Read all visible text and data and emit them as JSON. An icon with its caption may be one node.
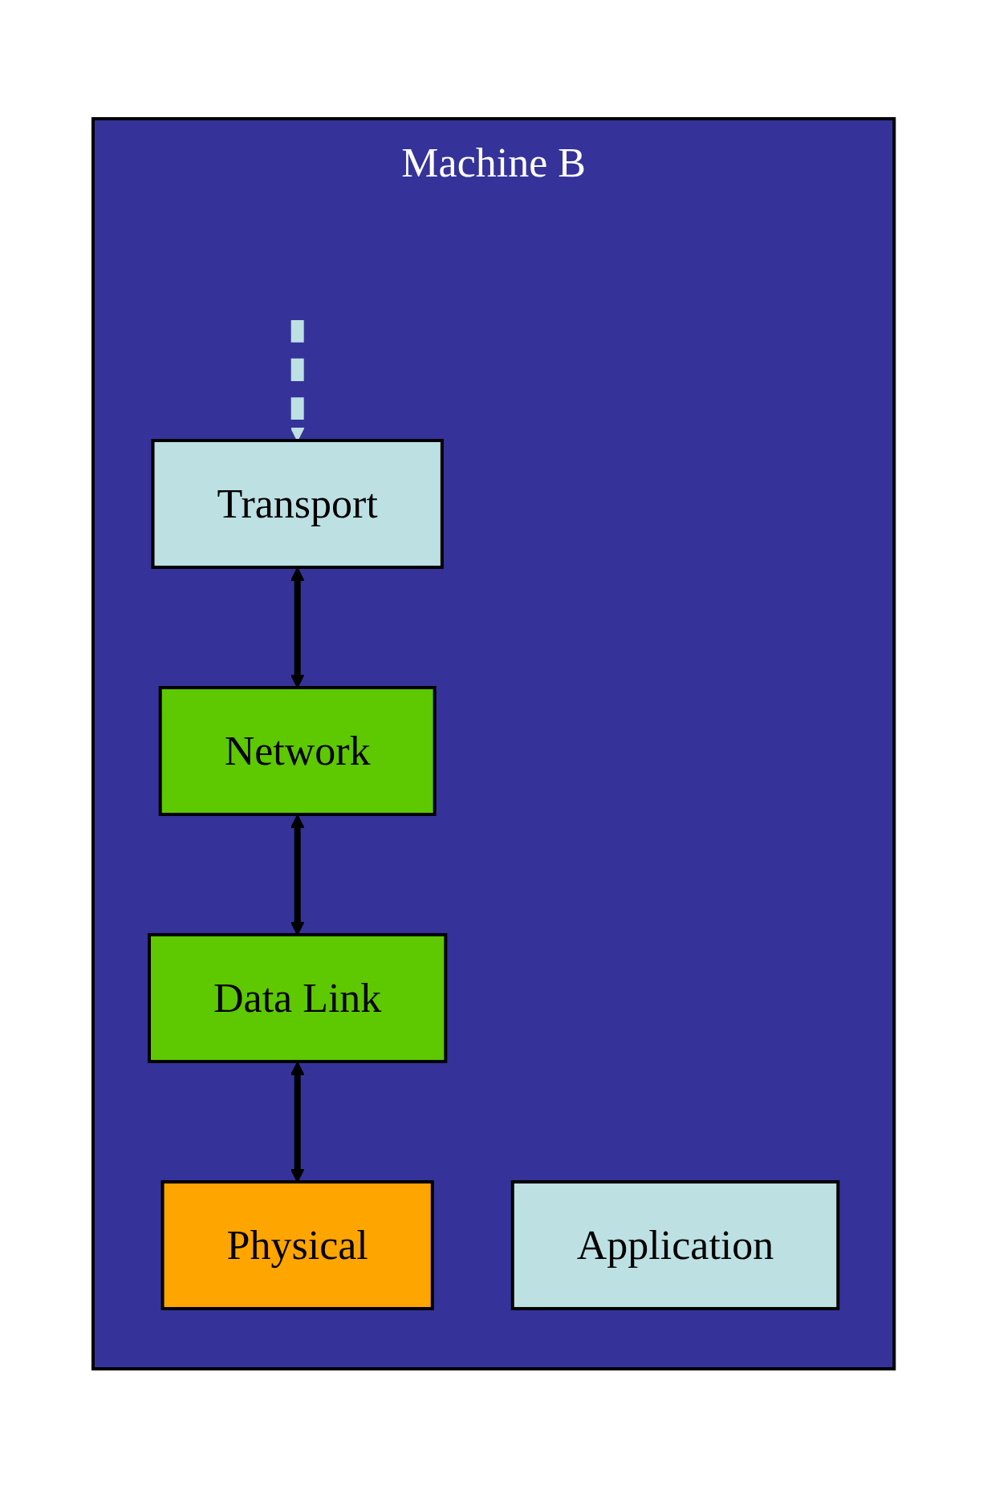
{
  "diagram": {
    "nodes": [
      {
        "text": [
          "Machine B"
        ]
      },
      {
        "text": [
          "Application"
        ],
        "in": 0
      },
      {
        "text": [
          "Transport"
        ],
        "in": 0
      },
      {
        "text": [
          "Network"
        ],
        "in": 0
      },
      {
        "text": [
          "Data Link"
        ],
        "in": 0
      },
      {
        "text": [
          "Physical"
        ],
        "in": 0
      }
    ],
    "edges": [
      {
        "from": 2,
        "to": 3,
        "arrow": "both"
      },
      {
        "from": 3,
        "to": 4,
        "arrow": "both"
      },
      {
        "from": 4,
        "to": 5,
        "arrow": "both"
      },
      {
        "from": null,
        "to": 2,
        "arrow": "to",
        "style": "dashed",
        "color": "#bde0e3"
      }
    ]
  }
}
